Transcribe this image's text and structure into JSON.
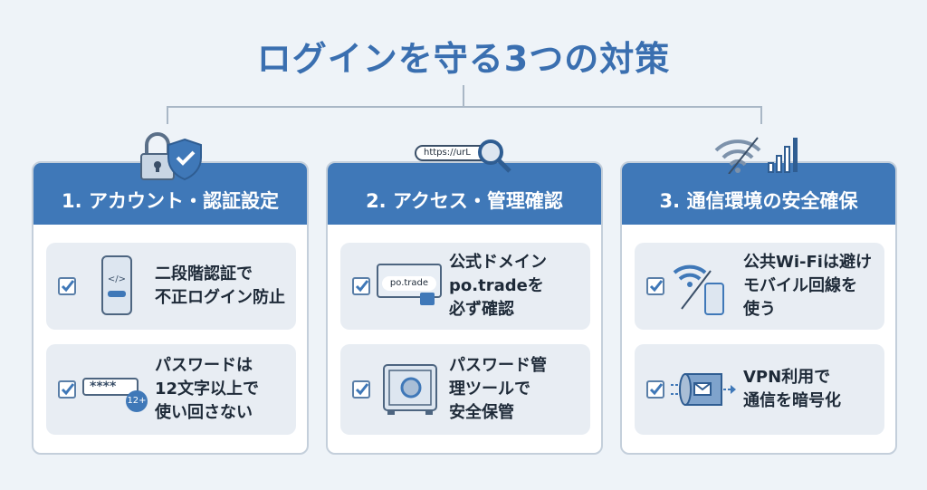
{
  "title": "ログインを守る3つの対策",
  "colors": {
    "accent": "#3f78b8",
    "title": "#3a6fb0",
    "item_bg": "#e8edf3"
  },
  "cards": [
    {
      "heading": "1. アカウント・認証設定",
      "icon": "lock-shield-icon",
      "items": [
        {
          "icon": "phone-2fa-icon",
          "lines": [
            "二段階認証で",
            "不正ログイン防止"
          ]
        },
        {
          "icon": "password-field-icon",
          "badge": "12+",
          "mask": "****",
          "lines": [
            "パスワードは",
            "12文字以上で",
            "使い回さない"
          ]
        }
      ]
    },
    {
      "heading": "2. アクセス・管理確認",
      "icon": "url-search-icon",
      "url_text": "https://urL",
      "items": [
        {
          "icon": "browser-lock-icon",
          "domain": "po.trade",
          "lines": [
            "公式ドメイン",
            "po.tradeを",
            "必ず確認"
          ]
        },
        {
          "icon": "safe-icon",
          "lines": [
            "パスワード管",
            "理ツールで",
            "安全保管"
          ]
        }
      ]
    },
    {
      "heading": "3. 通信環境の安全確保",
      "icon": "wifi-off-signal-icon",
      "items": [
        {
          "icon": "wifi-phone-icon",
          "lines": [
            "公共Wi-Fiは避け",
            "モバイル回線を",
            "使う"
          ]
        },
        {
          "icon": "vpn-tunnel-icon",
          "lines": [
            "VPN利用で",
            "通信を暗号化"
          ]
        }
      ]
    }
  ]
}
